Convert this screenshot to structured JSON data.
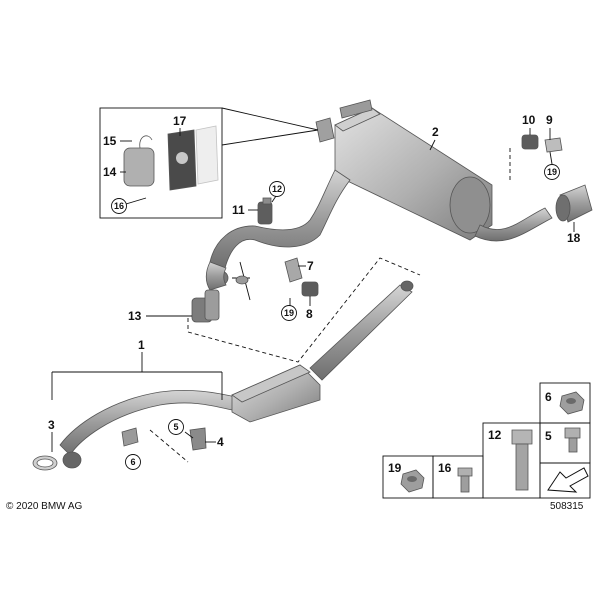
{
  "callouts": {
    "c1": "1",
    "c2": "2",
    "c3": "3",
    "c4": "4",
    "c5": "5",
    "c6": "6",
    "c7": "7",
    "c8": "8",
    "c9": "9",
    "c10": "10",
    "c11": "11",
    "c12": "12",
    "c13": "13",
    "c14": "14",
    "c15": "15",
    "c16": "16",
    "c17": "17",
    "c18": "18",
    "c19": "19"
  },
  "circled": {
    "r12": "12",
    "r16": "16",
    "r19a": "19",
    "r19b": "19",
    "r5": "5",
    "r6": "6"
  },
  "legend": {
    "l6": "6",
    "l5": "5",
    "l12": "12",
    "l19": "19",
    "l16": "16"
  },
  "footer": {
    "copyright": "© 2020 BMW AG",
    "doc_number": "508315"
  },
  "colors": {
    "part_fill": "#b5b5b5",
    "part_dark": "#7a7a7a",
    "part_light": "#d9d9d9",
    "line": "#111111"
  }
}
